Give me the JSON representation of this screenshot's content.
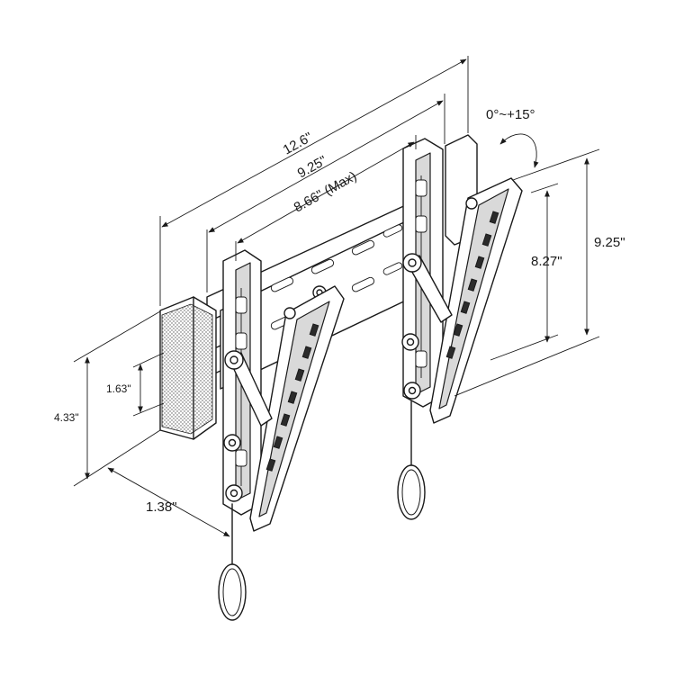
{
  "dimensions": {
    "overall_width": "12.6\"",
    "hole_spacing_width": "9.25\"",
    "max_width": "8.66\" (Max)",
    "tilt_range": "0°~+15°",
    "overall_height": "9.25\"",
    "inner_height": "8.27\"",
    "block_height": "4.33\"",
    "block_inner_height": "1.63\"",
    "depth": "1.38\""
  }
}
